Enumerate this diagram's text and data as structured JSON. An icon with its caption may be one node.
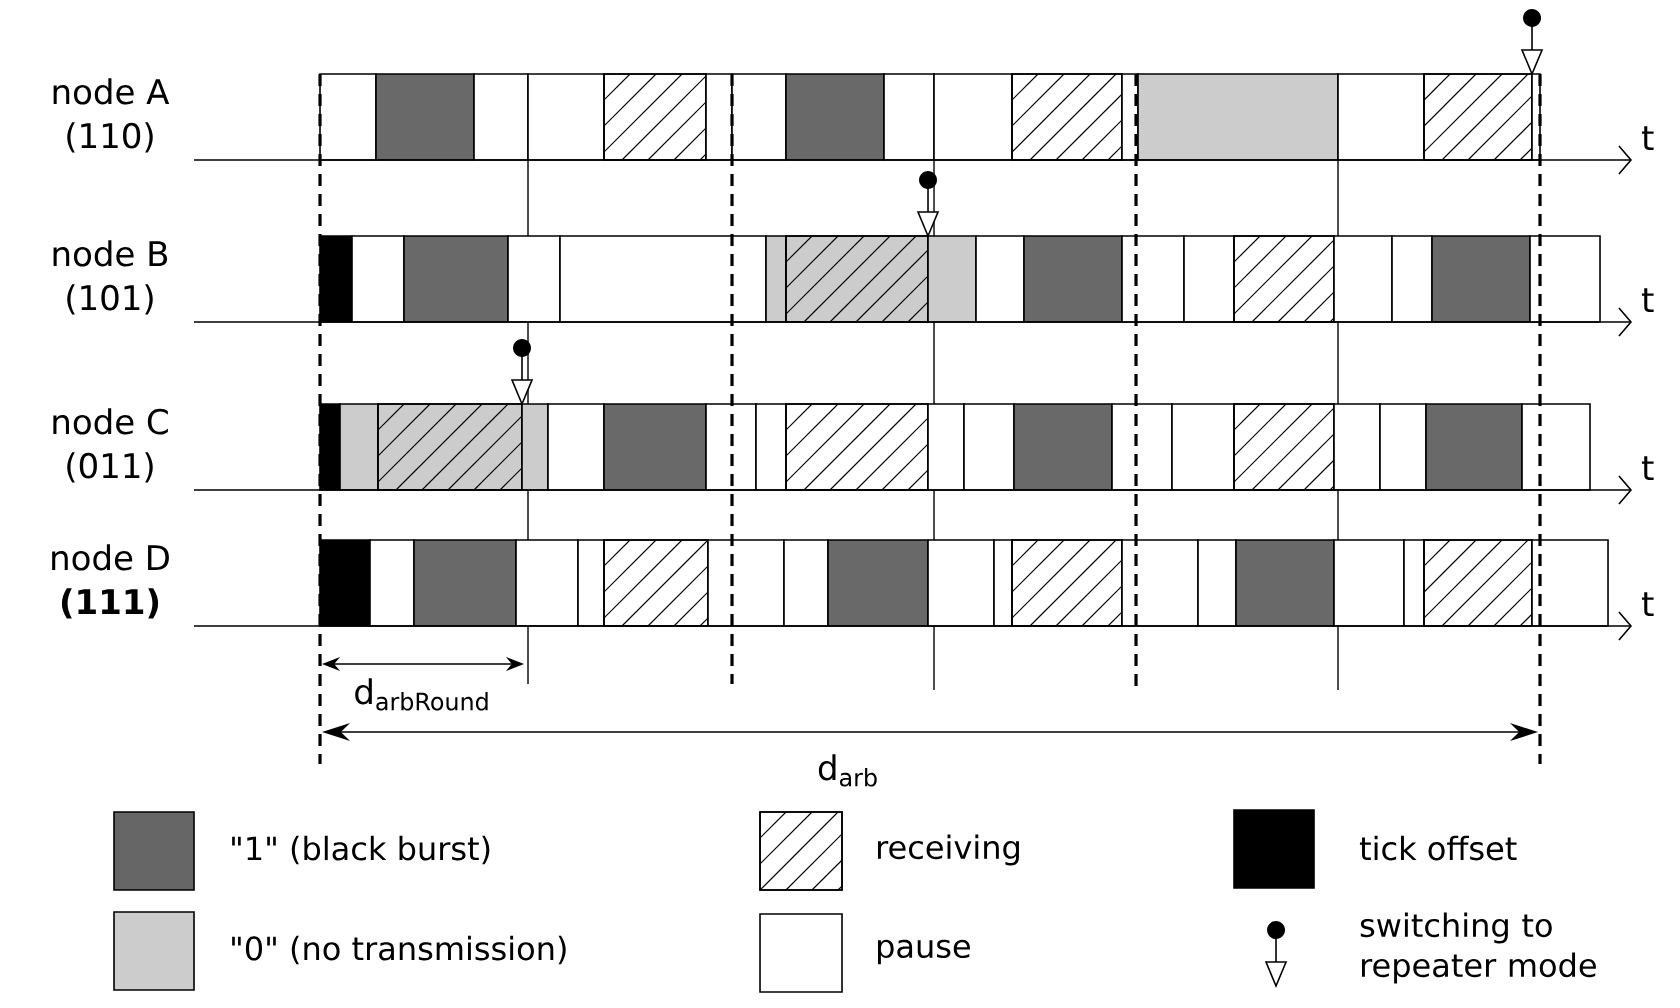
{
  "diagram": {
    "labels": [
      "node A",
      "(110)",
      "t",
      "node B",
      "(101)",
      "t",
      "node C",
      "(011)",
      "t",
      "node D",
      "(111)",
      "t",
      "d$_{arbRound}$",
      "d$_{arb}$"
    ],
    "legend": [
      {
        "text": "\"1\" (black burst)",
        "color": "#666666"
      },
      {
        "text": "\"0\" (no transmission)",
        "color": "#cccccc"
      },
      {
        "text": "receiving"
      },
      {
        "text": "pause"
      },
      {
        "text": "tick offset",
        "color": "#000000"
      },
      {
        "text": "switching to repeater mode"
      }
    ]
  }
}
